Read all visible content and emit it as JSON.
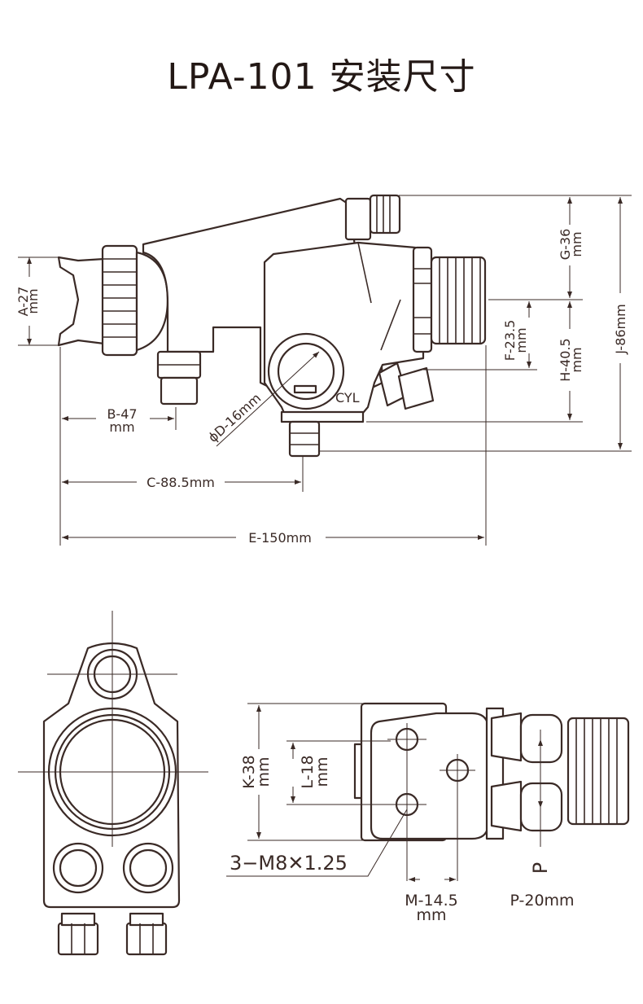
{
  "title": "LPA-101 安装尺寸",
  "side_view": {
    "dim_a": "A-27",
    "dim_a_unit": "mm",
    "dim_b": "B-47",
    "dim_b_unit": "mm",
    "dim_c": "C-88.5mm",
    "dim_d": "ϕD-16mm",
    "dim_e": "E-150mm",
    "dim_f": "F-23.5",
    "dim_f_unit": "mm",
    "dim_g": "G-36",
    "dim_g_unit": "mm",
    "dim_h": "H-40.5",
    "dim_h_unit": "mm",
    "dim_j": "J-86mm",
    "cyl_label": "CYL"
  },
  "rear_view": {
    "dim_k": "K-38",
    "dim_k_unit": "mm",
    "dim_l": "L-18",
    "dim_l_unit": "mm",
    "thread": "3−M8✕1.25",
    "dim_m": "M-14.5",
    "dim_m_unit": "mm",
    "dim_p_marker": "P",
    "dim_p": "P-20mm"
  }
}
